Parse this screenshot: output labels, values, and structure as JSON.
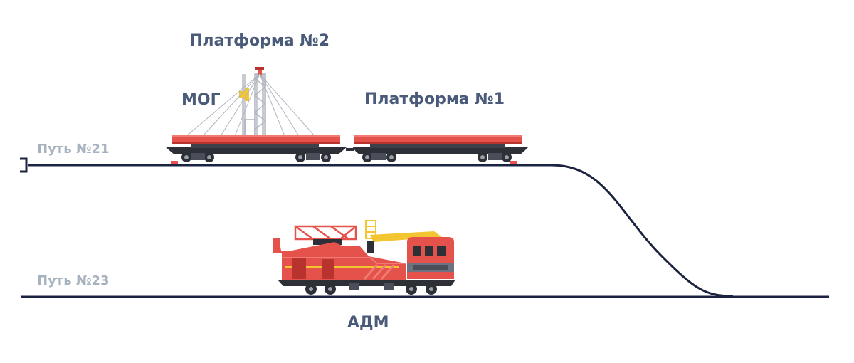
{
  "labels": {
    "platform2": "Платформа №2",
    "mog": "МОГ",
    "platform1": "Платформа №1",
    "track21": "Путь №21",
    "track23": "Путь №23",
    "adm": "АДМ"
  },
  "colors": {
    "track": "#1b2340",
    "label_main": "#4a5b7a",
    "label_track": "#a7b2bf",
    "wagon_red": "#e5524c",
    "wagon_dark_red": "#b8322e",
    "frame_dark": "#2e3038",
    "mast_gray": "#c7cbd2",
    "crane_yellow": "#f2c531"
  }
}
